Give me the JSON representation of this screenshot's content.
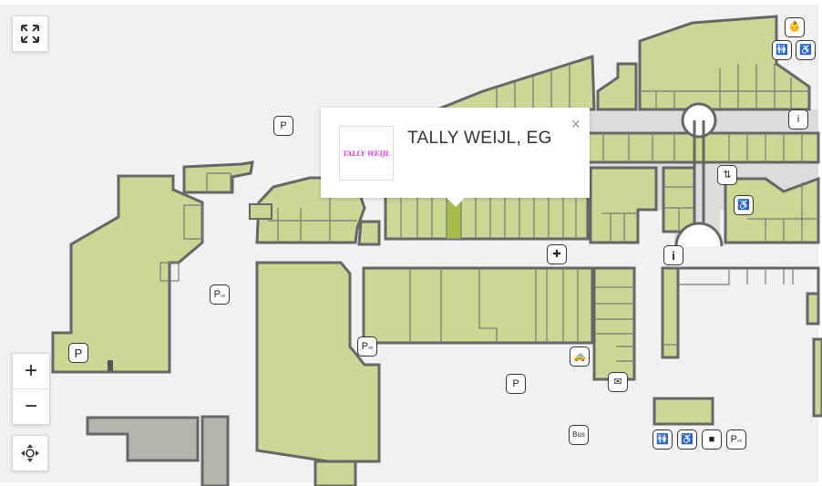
{
  "controls": {
    "fullscreen_icon": "expand-arrows-icon",
    "zoom_in_label": "+",
    "zoom_out_label": "−",
    "recenter_icon": "compass-pan-icon"
  },
  "popup": {
    "title": "TALLY WEIJL, EG",
    "logo_text": "TALLY WEIJL",
    "close_label": "×"
  },
  "colors": {
    "store_fill": "#cbd894",
    "store_highlight": "#a3bd4a",
    "outline": "#666666",
    "corridor": "#dcdcdc",
    "background": "#ffffff",
    "inactive_block": "#b5b5ad"
  },
  "poi": {
    "parking_label": "P",
    "bus_label": "Bus",
    "info_label": "i"
  }
}
